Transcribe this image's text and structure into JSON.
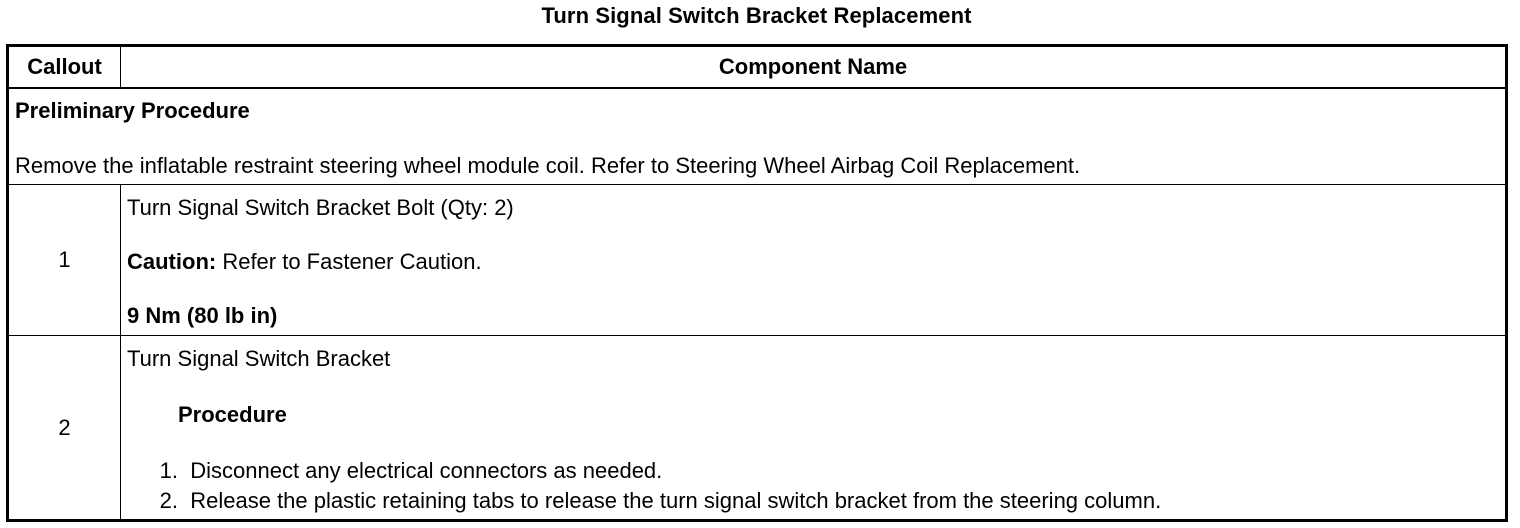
{
  "title": "Turn Signal Switch Bracket Replacement",
  "table": {
    "headers": {
      "callout": "Callout",
      "component": "Component Name"
    },
    "preliminary": {
      "heading": "Preliminary Procedure",
      "text": "Remove the inflatable restraint steering wheel module coil. Refer to Steering Wheel Airbag Coil Replacement."
    },
    "rows": [
      {
        "callout": "1",
        "name": "Turn Signal Switch Bracket Bolt (Qty: 2)",
        "caution_label": "Caution:",
        "caution_text": " Refer to Fastener Caution.",
        "torque": "9 Nm (80 lb in)"
      },
      {
        "callout": "2",
        "name": "Turn Signal Switch Bracket",
        "procedure_heading": "Procedure",
        "steps": [
          {
            "num": "1.",
            "text": "Disconnect any electrical connectors as needed."
          },
          {
            "num": "2.",
            "text": "Release the plastic retaining tabs to release the turn signal switch bracket from the steering column."
          }
        ]
      }
    ]
  }
}
